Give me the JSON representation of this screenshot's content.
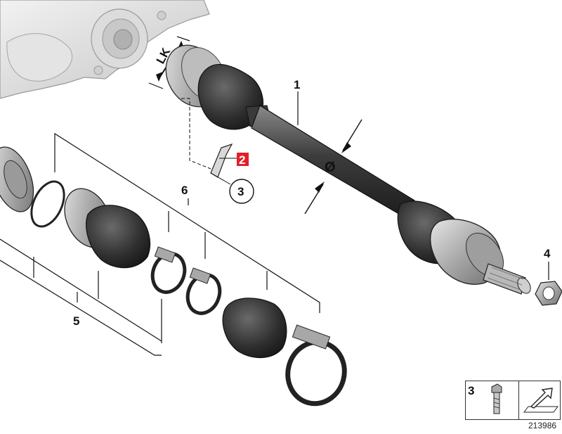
{
  "diagram": {
    "callouts": [
      {
        "id": "1",
        "label": "1",
        "selected": false
      },
      {
        "id": "2",
        "label": "2",
        "selected": true
      },
      {
        "id": "3",
        "label": "3",
        "selected": false
      },
      {
        "id": "4",
        "label": "4",
        "selected": false
      },
      {
        "id": "5",
        "label": "5",
        "selected": false
      },
      {
        "id": "6",
        "label": "6",
        "selected": false
      }
    ],
    "dimension_label": "LK",
    "diameter_symbol": "Ø",
    "legend": {
      "item_number": "3"
    },
    "document_number": "213986"
  },
  "colors": {
    "highlight": "#e0202a",
    "line": "#1a1a1a",
    "housing": "#d9d9d9",
    "boot": "#2a2a2a",
    "shaft": "#4a4a4a"
  }
}
